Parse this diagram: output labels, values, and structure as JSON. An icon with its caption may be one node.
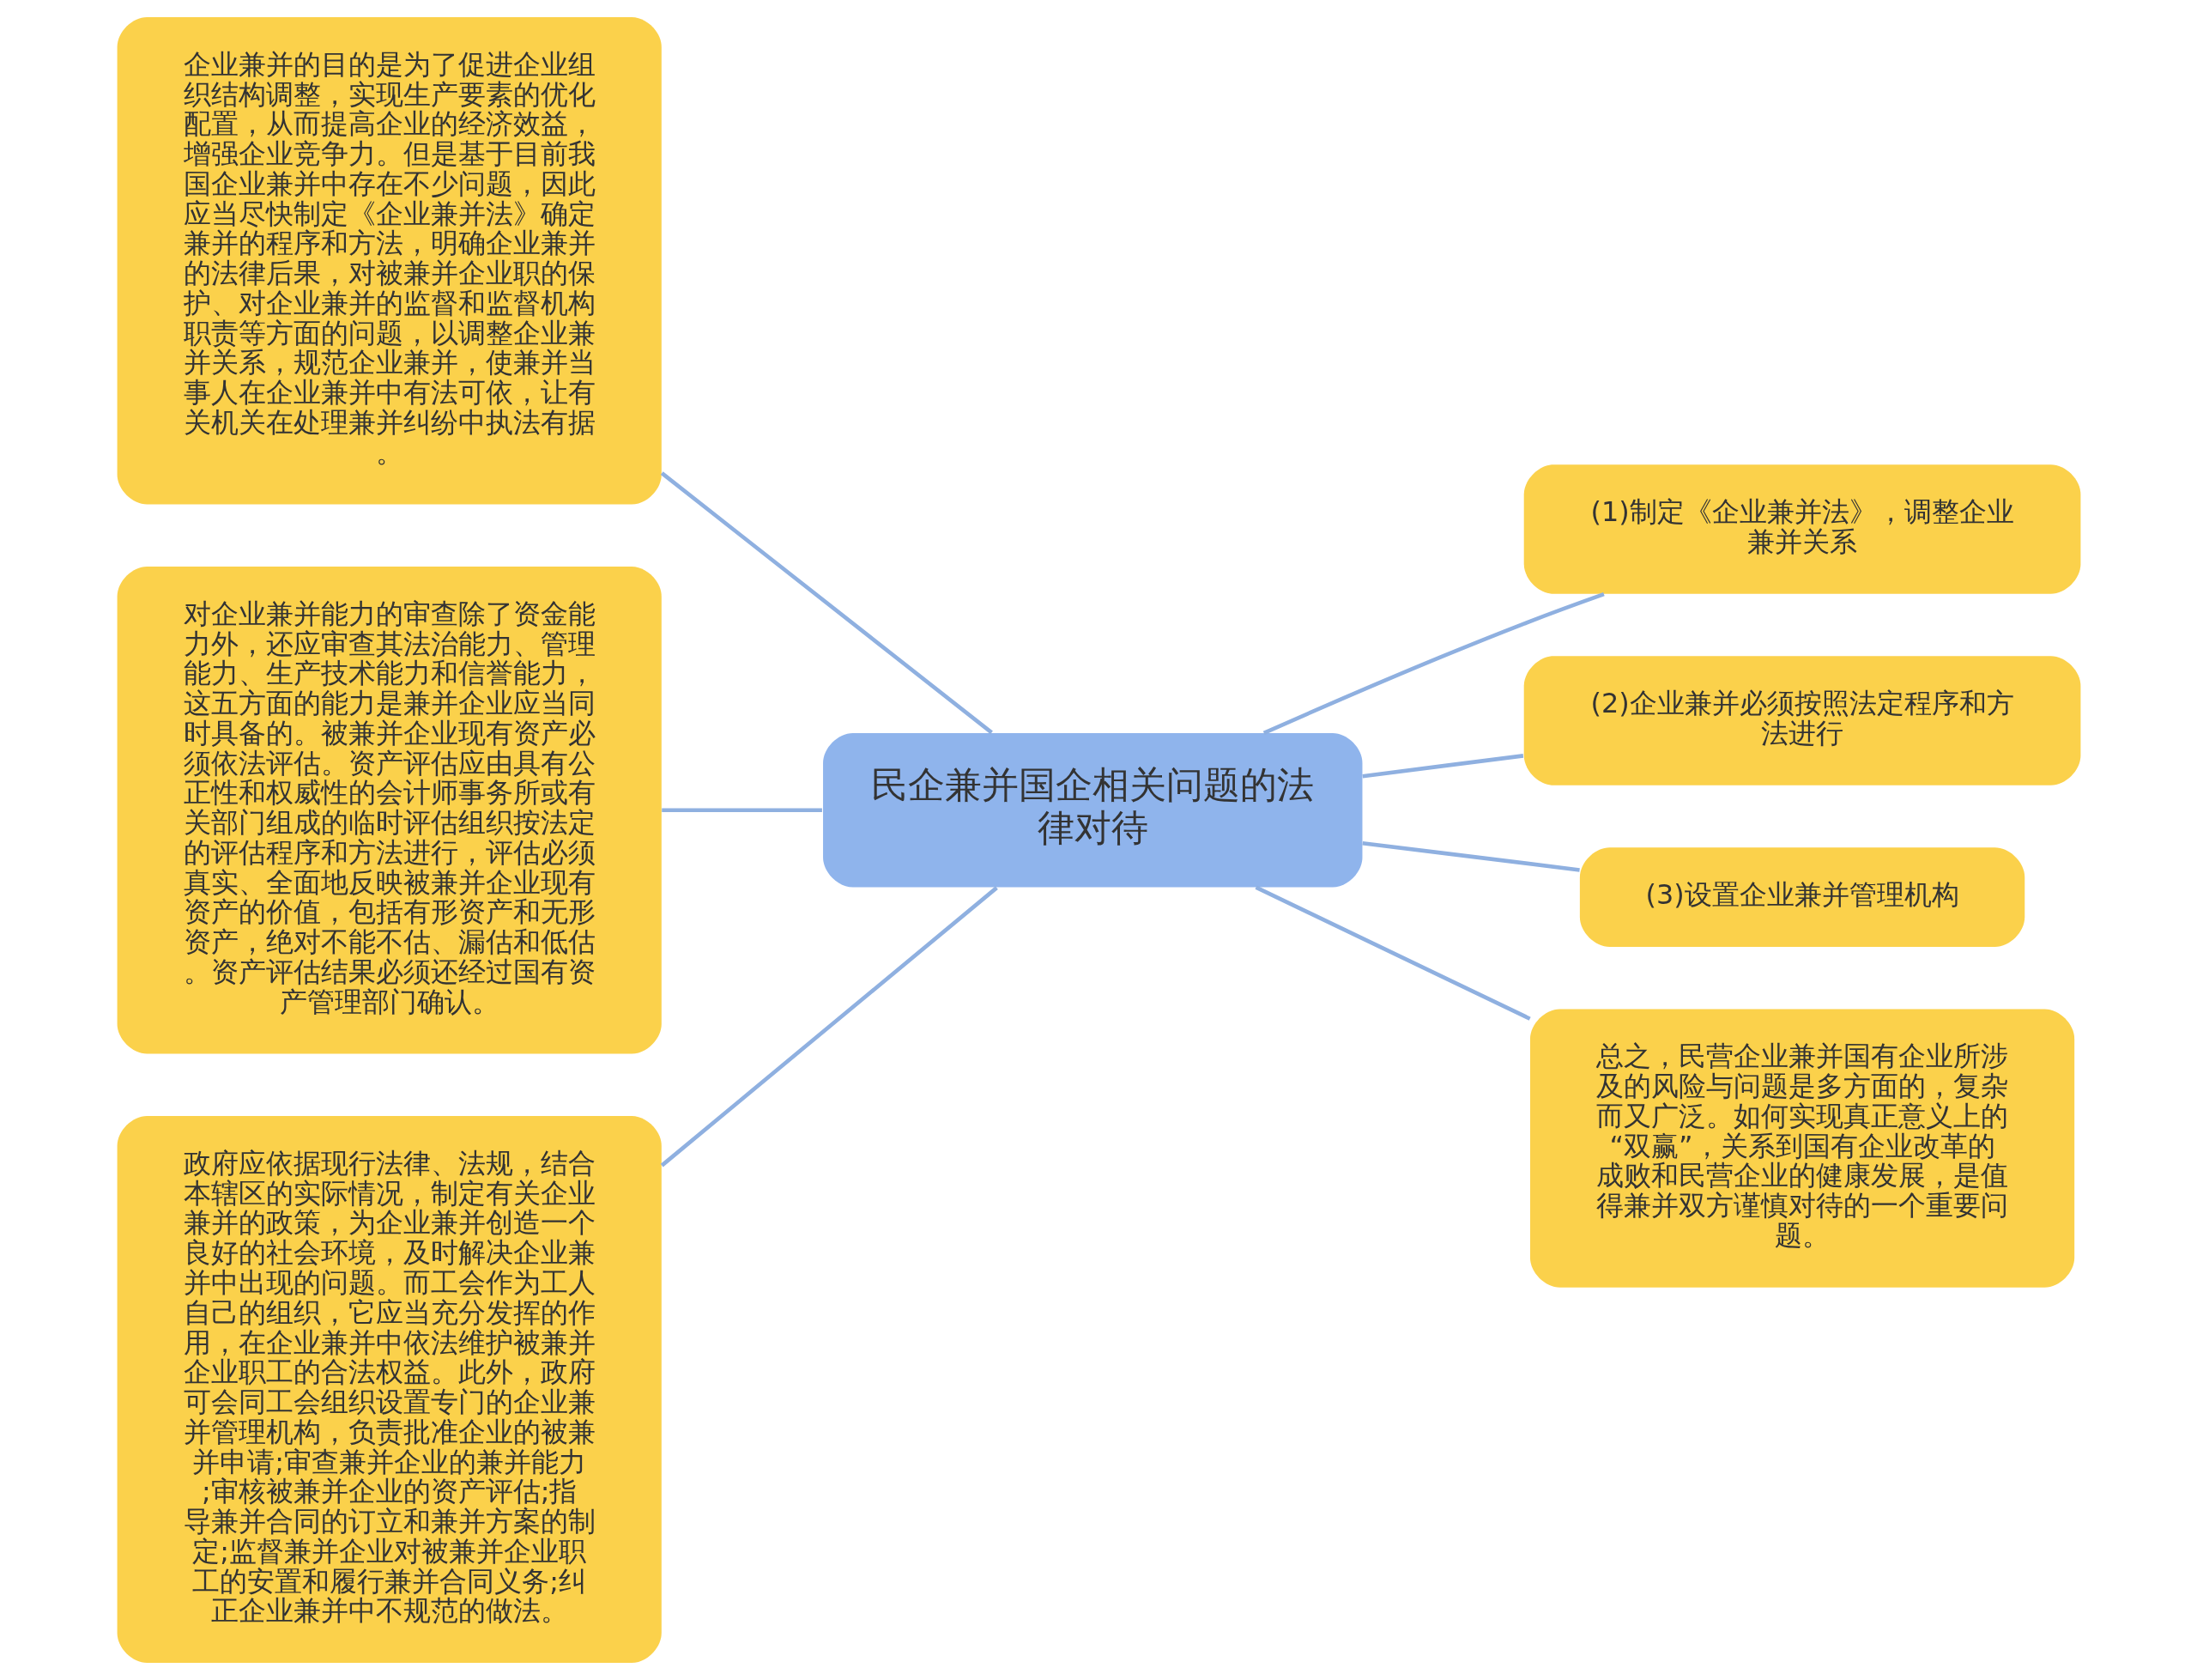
{
  "diagram": {
    "nodes": [
      {
        "text": [
          "民企兼并国企相关问题的法律对待"
        ]
      },
      {
        "text": [
          "企业兼并的目的是为了促进企业组织结构调整，实现生产要素的优化配置，从而提高企业的经济效益，增强企业竞争力。但是基于目前我国企业兼并中存在不少问题，因此应当尽快制定《企业兼并法》确定兼并的程序和方法，明确企业兼并的法律后果，对被兼并企业职的保护、对企业兼并的监督和监督机构职责等方面的问题，以调整企业兼并关系，规范企业兼并，使兼并当事人在企业兼并中有法可依，让有关机关在处理兼并纠纷中执法有据。"
        ]
      },
      {
        "text": [
          "对企业兼并能力的审查除了资金能力外，还应审查其法治能力、管理能力、生产技术能力和信誉能力，这五方面的能力是兼并企业应当同时具备的。被兼并企业现有资产必须依法评估。资产评估应由具有公正性和权威性的会计师事务所或有关部门组成的临时评估组织按法定的评估程序和方法进行，评估必须真实、全面地反映被兼并企业现有资产的价值，包括有形资产和无形资产，绝对不能不估、漏估和低估。资产评估结果必须还经过国有资产管理部门确认。"
        ]
      },
      {
        "text": [
          "政府应依据现行法律、法规，结合本辖区的实际情况，制定有关企业兼并的政策，为企业兼并创造一个良好的社会环境，及时解决企业兼并中出现的问题。而工会作为工人自己的组织，它应当充分发挥的作用，在企业兼并中依法维护被兼并企业职工的合法权益。此外，政府可会同工会组织设置专门的企业兼并管理机构，负责批准企业的被兼并申请;审查兼并企业的兼并能力;审核被兼并企业的资产评估;指导兼并合同的订立和兼并方案的制定;监督兼并企业对被兼并企业职工的安置和履行兼并合同义务;纠正企业兼并中不规范的做法。"
        ]
      },
      {
        "text": [
          "(1)制定《企业兼并法》，调整企业兼并关系"
        ]
      },
      {
        "text": [
          "(2)企业兼并必须按照法定程序和方法进行"
        ]
      },
      {
        "text": [
          "(3)设置企业兼并管理机构"
        ]
      },
      {
        "text": [
          "总之，民营企业兼并国有企业所涉及的风险与问题是多方面的，复杂而又广泛。如何实现真正意义上的“双赢”，关系到国有企业改革的成败和民营企业的健康发展，是值得兼并双方谨慎对待的一个重要问题。"
        ]
      }
    ],
    "edges": [
      {
        "from": 0,
        "to": 1,
        "arrow": "none"
      },
      {
        "from": 0,
        "to": 2,
        "arrow": "none"
      },
      {
        "from": 0,
        "to": 3,
        "arrow": "none"
      },
      {
        "from": 0,
        "to": 4,
        "arrow": "none"
      },
      {
        "from": 0,
        "to": 5,
        "arrow": "none"
      },
      {
        "from": 0,
        "to": 6,
        "arrow": "none"
      },
      {
        "from": 0,
        "to": 7,
        "arrow": "none"
      }
    ]
  }
}
